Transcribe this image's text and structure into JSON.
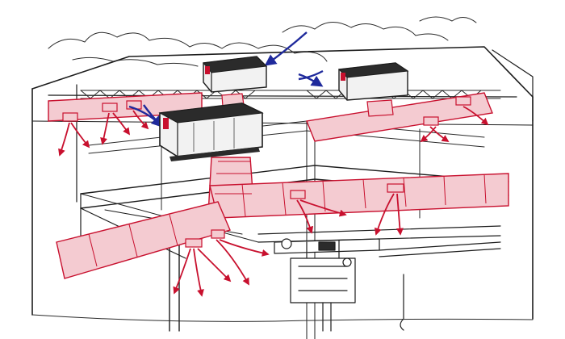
{
  "title": "",
  "colors": {
    "ink": "#1c1c1c",
    "supply_air": "#c8102e",
    "supply_fill": "#f4cbd1",
    "fresh_air": "#1f2a9c",
    "unit_body": "#f2f2f2",
    "unit_dark": "#2b2b2b"
  },
  "rooftop_units": [
    {
      "id": "unit-left-back",
      "brand_stripe": "red"
    },
    {
      "id": "unit-right-back",
      "brand_stripe": "red"
    },
    {
      "id": "unit-front",
      "brand_stripe": "red"
    }
  ],
  "airflow": {
    "fresh_air_intakes": 3,
    "supply_diffusers": 9
  },
  "icons": [
    "rooftop-unit-icon",
    "duct-icon",
    "diffuser-icon",
    "airflow-arrow-icon",
    "crane-icon",
    "cloud-icon"
  ]
}
